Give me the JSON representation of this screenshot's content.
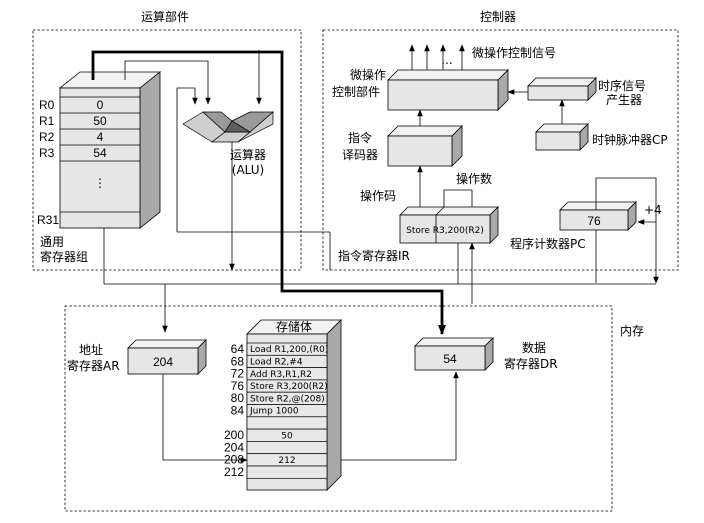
{
  "sections": {
    "alu_unit": "运算部件",
    "controller": "控制器",
    "memory": "内存"
  },
  "registers": {
    "rows": [
      {
        "name": "R0",
        "value": "0"
      },
      {
        "name": "R1",
        "value": "50"
      },
      {
        "name": "R2",
        "value": "4"
      },
      {
        "name": "R3",
        "value": "54"
      }
    ],
    "ellipsis": "⋮",
    "last_name": "R31",
    "label_line1": "通用",
    "label_line2": "寄存器组"
  },
  "alu": {
    "line1": "运算器",
    "line2": "(ALU)"
  },
  "control": {
    "micro_signals": "微操作控制信号",
    "dots": "...",
    "micro_unit_line1": "微操作",
    "micro_unit_line2": "控制部件",
    "timing_line1": "时序信号",
    "timing_line2": "产生器",
    "clock": "时钟脉冲器CP",
    "decoder_line1": "指令",
    "decoder_line2": "译码器",
    "opcode": "操作码",
    "operand": "操作数",
    "ir_content": "Store R3,200(R2)",
    "ir_label": "指令寄存器IR",
    "pc_value": "76",
    "pc_increment": "+4",
    "pc_label": "程序计数器PC"
  },
  "memory": {
    "title": "存储体",
    "ar_label_line1": "地址",
    "ar_label_line2": "寄存器AR",
    "ar_value": "204",
    "dr_value": "54",
    "dr_label_line1": "数据",
    "dr_label_line2": "寄存器DR",
    "cells": [
      {
        "addr": "64",
        "content": "Load R1,200,(R0)"
      },
      {
        "addr": "68",
        "content": "Load R2,#4"
      },
      {
        "addr": "72",
        "content": "Add R3,R1,R2"
      },
      {
        "addr": "76",
        "content": "Store R3,200(R2)"
      },
      {
        "addr": "80",
        "content": "Store R2,@(208)"
      },
      {
        "addr": "84",
        "content": "Jump 1000"
      },
      {
        "addr": "",
        "content": ""
      },
      {
        "addr": "200",
        "content": "50"
      },
      {
        "addr": "204",
        "content": ""
      },
      {
        "addr": "208",
        "content": "212"
      },
      {
        "addr": "212",
        "content": ""
      }
    ]
  }
}
